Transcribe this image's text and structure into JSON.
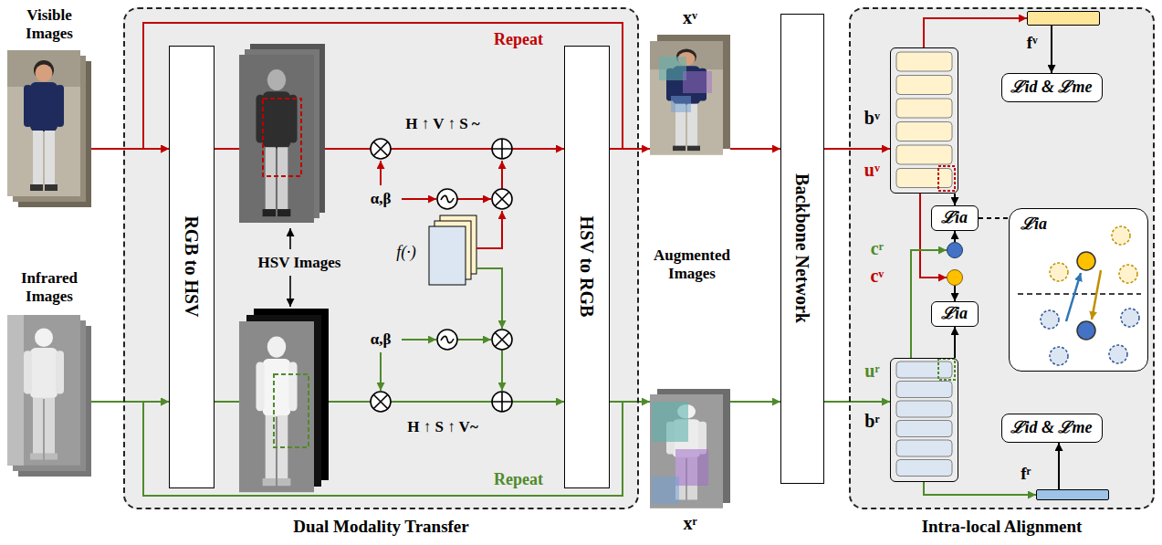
{
  "diagram": {
    "nodes": [
      {
        "text": [
          "Visible Images"
        ]
      },
      {
        "text": [
          "Infrared Images"
        ]
      },
      {
        "text": [
          "Dual Modality Transfer"
        ]
      },
      {
        "text": [
          "RGB to HSV"
        ],
        "in": 2
      },
      {
        "text": [
          "f(·)"
        ],
        "in": 2
      },
      {
        "text": [
          "HSV to RGB"
        ],
        "in": 2
      },
      {
        "text": [
          "xᵛ"
        ]
      },
      {
        "text": [
          "xʳ"
        ]
      },
      {
        "text": [
          "Backbone Network"
        ]
      },
      {
        "text": [
          "Intra-local Alignment"
        ]
      },
      {
        "text": [
          "fᵛ"
        ],
        "in": 9
      },
      {
        "text": [
          "ℒid & ℒme"
        ],
        "in": 9
      },
      {
        "text": [
          "bᵛ",
          "uᵛ"
        ],
        "in": 9
      },
      {
        "text": [
          "ℒia"
        ],
        "in": 9
      },
      {
        "text": [
          "cʳ"
        ],
        "in": 9
      },
      {
        "text": [
          "cᵛ"
        ],
        "in": 9
      },
      {
        "text": [
          "ℒia"
        ],
        "in": 9
      },
      {
        "text": [
          "bʳ",
          "uʳ"
        ],
        "in": 9
      },
      {
        "text": [
          "ℒid & ℒme"
        ],
        "in": 9
      },
      {
        "text": [
          "fʳ"
        ],
        "in": 9
      },
      {
        "text": [
          "ℒia"
        ],
        "in": 9
      }
    ],
    "edges": [
      {
        "from": 0,
        "to": 3,
        "arrow": "to"
      },
      {
        "from": 1,
        "to": 3,
        "arrow": "to"
      },
      {
        "from": 3,
        "to": 5,
        "arrow": "to"
      },
      {
        "from": 3,
        "to": 5,
        "arrow": "to"
      },
      {
        "from": 5,
        "to": 3,
        "arrow": "to",
        "label": "Repeat"
      },
      {
        "from": 5,
        "to": 3,
        "arrow": "to",
        "label": "Repeat"
      },
      {
        "from": 5,
        "to": 6,
        "arrow": "to"
      },
      {
        "from": 5,
        "to": 7,
        "arrow": "to"
      },
      {
        "from": 6,
        "to": 8,
        "arrow": "to"
      },
      {
        "from": 7,
        "to": 8,
        "arrow": "to"
      },
      {
        "from": 8,
        "to": 12,
        "arrow": "to"
      },
      {
        "from": 8,
        "to": 17,
        "arrow": "to"
      },
      {
        "from": 12,
        "to": 10,
        "arrow": "to"
      },
      {
        "from": 10,
        "to": 11,
        "arrow": "to"
      },
      {
        "from": 12,
        "to": 13,
        "arrow": "to"
      },
      {
        "from": 12,
        "to": 15,
        "arrow": "to"
      },
      {
        "from": 14,
        "to": 13,
        "arrow": "to"
      },
      {
        "from": 15,
        "to": 16,
        "arrow": "to"
      },
      {
        "from": 17,
        "to": 16,
        "arrow": "to"
      },
      {
        "from": 17,
        "to": 14,
        "arrow": "to"
      },
      {
        "from": 17,
        "to": 19,
        "arrow": "to"
      },
      {
        "from": 19,
        "to": 18,
        "arrow": "to"
      },
      {
        "from": 13,
        "to": 20,
        "arrow": "none"
      }
    ],
    "labels": [
      "HSV Images",
      "H ↑ V ↑ S ~",
      "α,β",
      "α,β",
      "H ↑ S ↑ V~",
      "Augmented Images"
    ]
  }
}
